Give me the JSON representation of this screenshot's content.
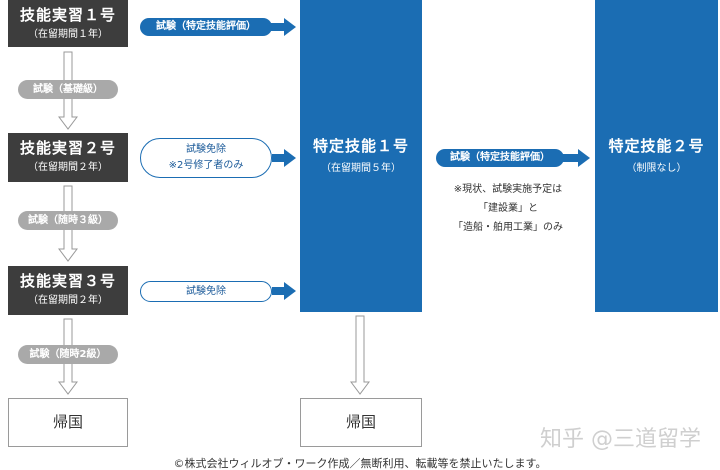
{
  "ginou_jisshu": [
    {
      "title": "技能実習１号",
      "period": "（在留期間１年）"
    },
    {
      "title": "技能実習２号",
      "period": "（在留期間２年）"
    },
    {
      "title": "技能実習３号",
      "period": "（在留期間２年）"
    }
  ],
  "exams_left": [
    "試験（基礎級）",
    "試験（随時３級）",
    "試験（随時2級）"
  ],
  "connectors": {
    "row1": {
      "label": "試験（特定技能評価）"
    },
    "row2": {
      "line1": "試験免除",
      "line2": "※2号修了者のみ"
    },
    "row3": {
      "label": "試験免除"
    },
    "to_tokutei2": {
      "label": "試験（特定技能評価）"
    }
  },
  "tokutei1": {
    "title": "特定技能１号",
    "period": "（在留期間５年）"
  },
  "tokutei2": {
    "title": "特定技能２号",
    "period": "（制限なし）"
  },
  "note": [
    "※現状、試験実施予定は",
    "「建設業」と",
    "「造船・舶用工業」のみ"
  ],
  "return_home": {
    "left": "帰国",
    "middle": "帰国"
  },
  "watermark": "知乎 @三道留学",
  "footer": "©株式会社ウィルオブ・ワーク作成／無断利用、転載等を禁止いたします。",
  "colors": {
    "dark_box": "#3d3d3d",
    "blue": "#1b6db3",
    "exam_pill": "#a9a9a9",
    "outline": "#9a9a9a"
  }
}
